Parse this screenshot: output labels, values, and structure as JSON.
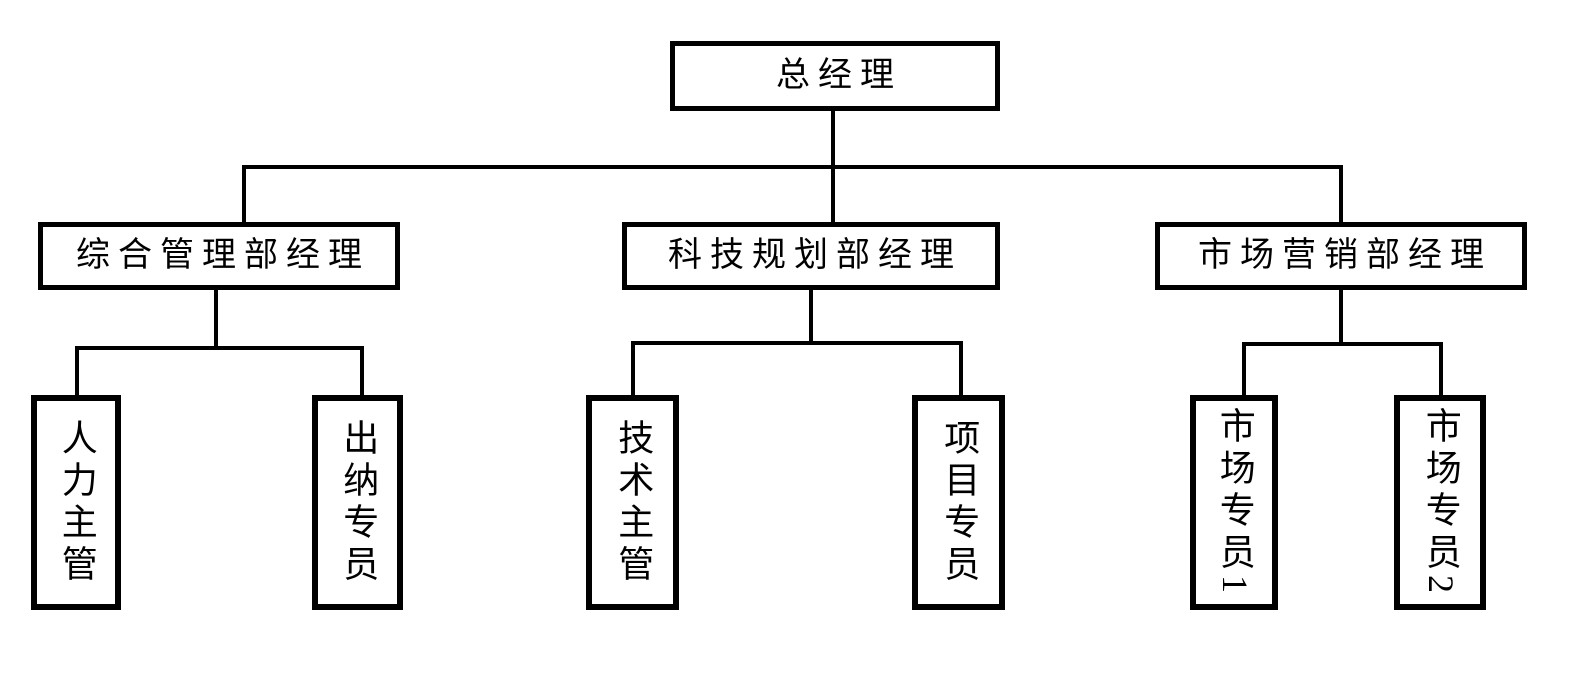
{
  "diagram": {
    "type": "org-chart",
    "root": {
      "label": "总经理"
    },
    "departments": [
      {
        "manager": "综合管理部经理",
        "staff": [
          "人力主管",
          "出纳专员"
        ]
      },
      {
        "manager": "科技规划部经理",
        "staff": [
          "技术主管",
          "项目专员"
        ]
      },
      {
        "manager": "市场营销部经理",
        "staff": [
          "市场专员1",
          "市场专员2"
        ]
      }
    ],
    "colors": {
      "line": "#000000",
      "box_border": "#000000",
      "background": "#ffffff",
      "text": "#000000"
    }
  }
}
